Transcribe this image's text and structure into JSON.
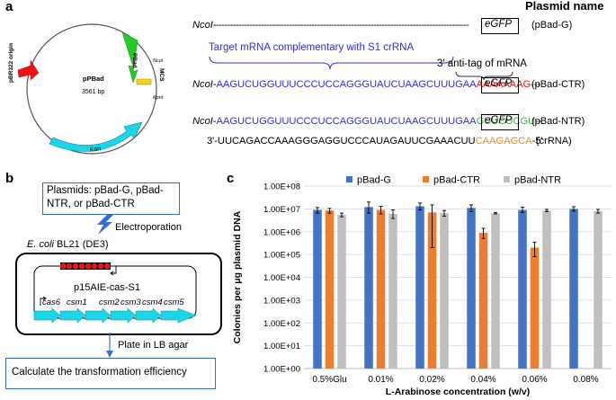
{
  "panel_a": {
    "letter": "a",
    "header": "Plasmid name",
    "plasmid": {
      "name": "pPBad",
      "size": "3561 bp",
      "labels": {
        "origin": "pBR322 origin",
        "pbad": "PBad",
        "ncoi": "NcoI",
        "mcs": "MCS",
        "kpni": "KpnI",
        "kan": "Kan"
      }
    },
    "rows": [
      {
        "start": "NcoI",
        "dashes": "-------------------------------------------------------------------------------------------",
        "gene": "eGFP",
        "name": "(pBad-G)"
      },
      {
        "start": "NcoI",
        "dash": "-",
        "target": "AAGUCUGGUUUCCCUCCAGGGUAUCUAAGCUUUGAA",
        "tag": "AAAAAAAG",
        "trail": "---",
        "gene": "eGFP",
        "name": "(pBad-CTR)"
      },
      {
        "start": "NcoI",
        "dash": "-",
        "target": "AAGUCUGGUUUCCCUCCAGGGUAUCUAAGCUUUGAA",
        "tag": "GUUCUCGU",
        "trail": "--",
        "gene": "eGFP",
        "name": "(pBad-NTR)"
      }
    ],
    "crrna": {
      "seq": "3'-UUCAGACCAAAGGGAGGUCCCAUAGAUUCGAAACUU",
      "tag": "CAAGAGCA",
      "end": "-5'",
      "name": "(crRNA)"
    },
    "annot_target": "Target mRNA complementary with S1 crRNA",
    "annot_tag": "3′ anti-tag of mRNA"
  },
  "panel_b": {
    "letter": "b",
    "plasmids_box": "Plasmids: pBad-G, pBad-NTR, or pBad-CTR",
    "plasmids_lines": [
      "Plasmids: pBad-G, pBad-",
      "NTR, or pBad-CTR"
    ],
    "electroporation": "Electroporation",
    "strain_italic": "E. coli",
    "strain_rest": " BL21 (DE3)",
    "plasmid_name": "p15AIE-cas-S1",
    "genes": [
      "cas6",
      "csm1",
      "csm2",
      "csm3",
      "csm4",
      "csm5"
    ],
    "plate": "Plate in LB agar",
    "calc": "Calculate the transformation efficiency"
  },
  "panel_c": {
    "letter": "c",
    "chart_data": {
      "type": "bar",
      "xlabel": "L-Arabinose concentration (w/v)",
      "ylabel": "Colonies per μg plasmid DNA",
      "yscale": "log",
      "ylim": [
        1,
        100000000
      ],
      "yticks": [
        "1.00E+00",
        "1.00E+01",
        "1.00E+02",
        "1.00E+03",
        "1.00E+04",
        "1.00E+05",
        "1.00E+06",
        "1.00E+07",
        "1.00E+08"
      ],
      "categories": [
        "0.5%Glu",
        "0.01%",
        "0.02%",
        "0.04%",
        "0.06%",
        "0.08%"
      ],
      "legend_position": "top",
      "series": [
        {
          "name": "pBad-G",
          "color": "#4472c4",
          "values": [
            9000000,
            12000000,
            13000000,
            11000000,
            9000000,
            10000000
          ],
          "err_lo": [
            6500000,
            6500000,
            9000000,
            7500000,
            7000000,
            8000000
          ],
          "err_hi": [
            11500000,
            20000000,
            18000000,
            15000000,
            12000000,
            12500000
          ]
        },
        {
          "name": "pBad-CTR",
          "color": "#ed7d31",
          "values": [
            8500000,
            9000000,
            7000000,
            900000,
            200000,
            null
          ],
          "err_lo": [
            6500000,
            6000000,
            200000,
            500000,
            80000,
            null
          ],
          "err_hi": [
            10500000,
            13000000,
            15000000,
            1400000,
            350000,
            null
          ]
        },
        {
          "name": "pBad-NTR",
          "color": "#bfbfbf",
          "values": [
            5500000,
            6000000,
            6500000,
            6500000,
            8500000,
            8000000
          ],
          "err_lo": [
            4500000,
            3800000,
            4800000,
            6000000,
            7500000,
            6500000
          ],
          "err_hi": [
            6500000,
            9000000,
            8500000,
            7000000,
            9500000,
            9500000
          ]
        }
      ]
    }
  }
}
